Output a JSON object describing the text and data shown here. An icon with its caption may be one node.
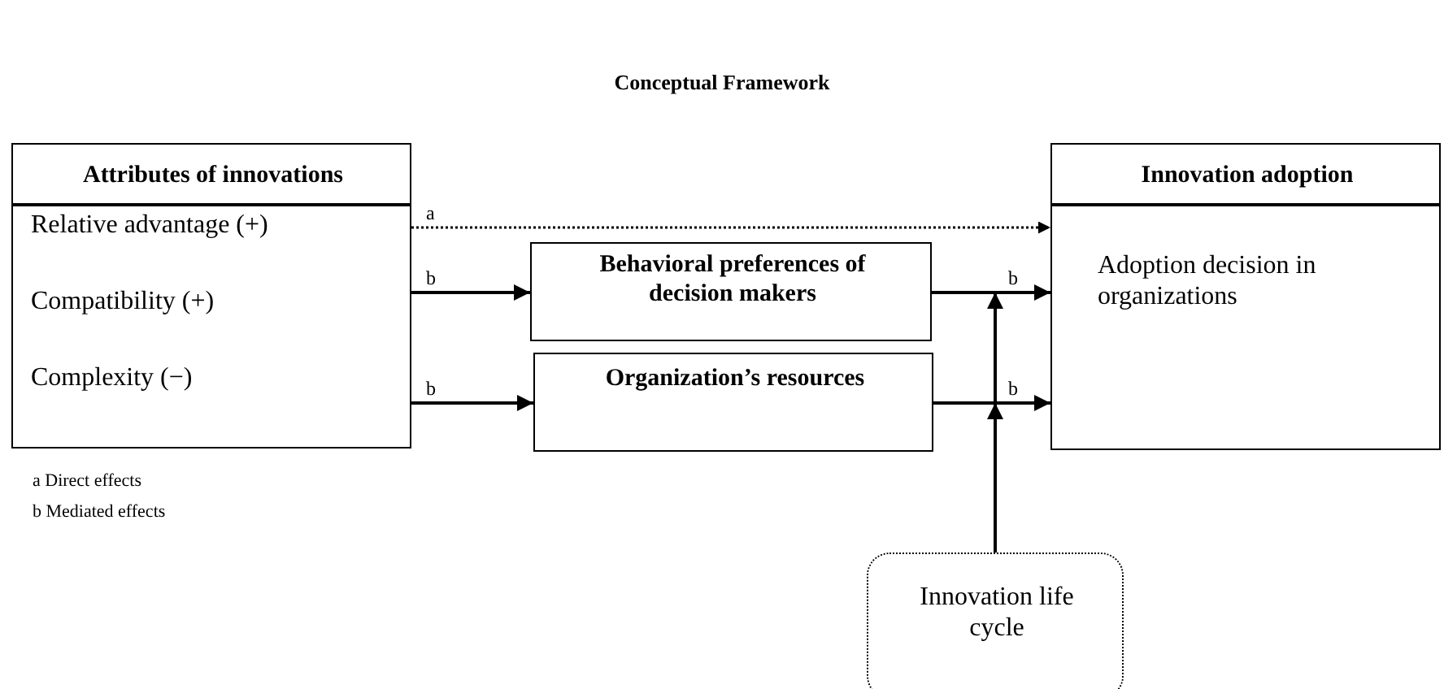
{
  "diagram": {
    "title": "Conceptual Framework",
    "nodes": [
      {
        "text": [
          "Attributes of innovations",
          "Relative advantage (+)",
          "Compatibility (+)",
          "Complexity (−)"
        ]
      },
      {
        "text": [
          "Behavioral preferences of decision makers"
        ]
      },
      {
        "text": [
          "Organization’s resources"
        ]
      },
      {
        "text": [
          "Innovation adoption",
          "Adoption decision in organizations"
        ]
      },
      {
        "text": [
          "Innovation life cycle"
        ]
      }
    ],
    "edges": [
      {
        "from": 0,
        "to": 3,
        "arrow": "to",
        "label": "a",
        "style": "dashed"
      },
      {
        "from": 0,
        "to": 1,
        "arrow": "to",
        "label": "b"
      },
      {
        "from": 0,
        "to": 2,
        "arrow": "to",
        "label": "b"
      },
      {
        "from": 1,
        "to": 3,
        "arrow": "to",
        "label": "b"
      },
      {
        "from": 2,
        "to": 3,
        "arrow": "to",
        "label": "b"
      },
      {
        "from": 4,
        "to": null,
        "arrow": "to"
      },
      {
        "from": 4,
        "to": null,
        "arrow": "to"
      }
    ],
    "labels": [
      "a Direct effects",
      "b Mediated effects"
    ]
  }
}
